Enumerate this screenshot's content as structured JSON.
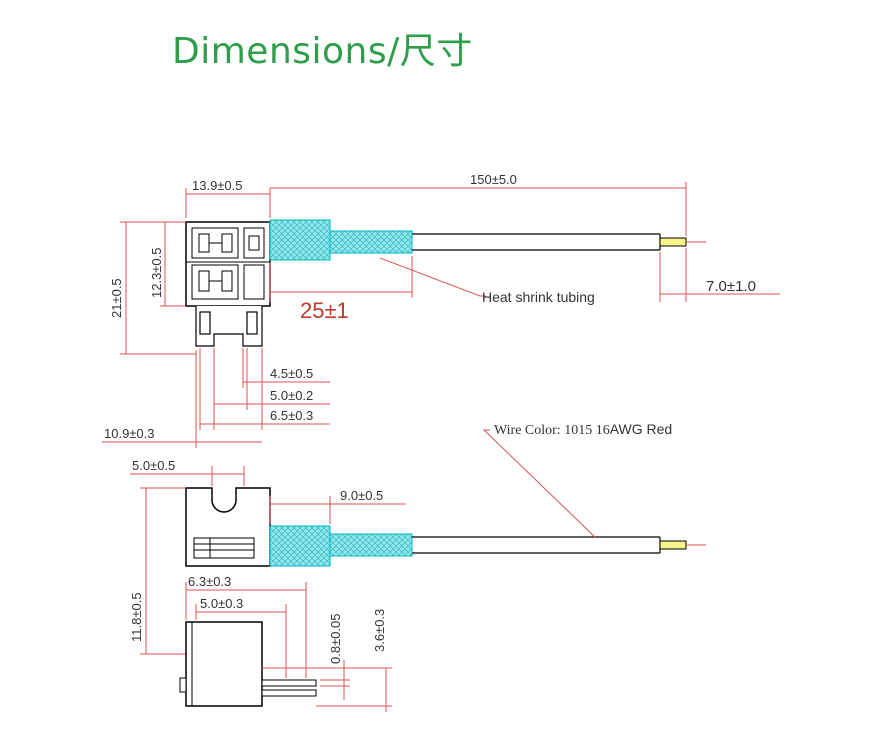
{
  "title": "Dimensions/尺寸",
  "colors": {
    "title": "#2e9e4a",
    "dimension": "#d9534f",
    "outline": "#000000",
    "tubing": "#7fe3e8"
  },
  "top_view": {
    "width_label": "13.9±0.5",
    "length_label": "150±5.0",
    "height_label": "21±0.5",
    "inner_height_label": "12.3±0.5",
    "tubing_length_label": "25±1",
    "tubing_note": "Heat shrink tubing",
    "strip_label": "7.0±1.0",
    "blade_labels": [
      "4.5±0.5",
      "5.0±0.2",
      "6.5±0.3"
    ],
    "base_width_label": "10.9±0.3"
  },
  "side_view": {
    "wire_note_prefix": "Wire Color: 1015 16",
    "wire_note_suffix": "AWG Red",
    "slot_label": "5.0±0.5",
    "offset_label": "9.0±0.5",
    "height_label": "11.8±0.5"
  },
  "bottom_view": {
    "labels": [
      "6.3±0.3",
      "5.0±0.3"
    ],
    "thickness_label": "0.8±0.05",
    "height_label": "3.6±0.3"
  }
}
